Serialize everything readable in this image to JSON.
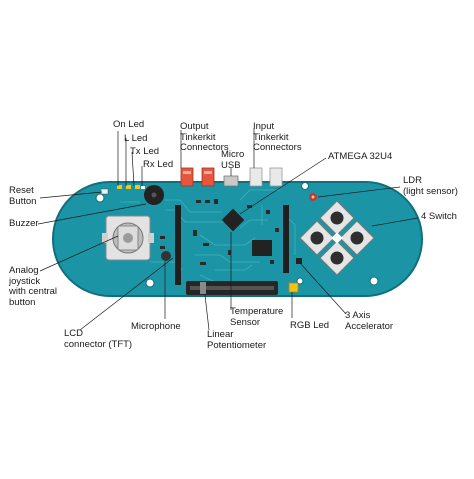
{
  "labels": {
    "on_led": "On Led",
    "l_led": "L Led",
    "tx_led": "Tx Led",
    "rx_led": "Rx Led",
    "output_tinkerkit": [
      "Output",
      "Tinkerkit",
      "Connectors"
    ],
    "micro_usb": [
      "Micro",
      "USB"
    ],
    "input_tinkerkit": [
      "Input",
      "Tinkerkit",
      "Connectors"
    ],
    "atmega": "ATMEGA 32U4",
    "ldr": [
      "LDR",
      "(light sensor)"
    ],
    "reset": [
      "Reset",
      "Button"
    ],
    "switch4": "4 Switch",
    "buzzer": "Buzzer",
    "joystick": [
      "Analog",
      "joystick",
      "with central",
      "button"
    ],
    "lcd": [
      "LCD",
      "connector (TFT)"
    ],
    "microphone": "Microphone",
    "linear_pot": [
      "Linear",
      "Potentiometer"
    ],
    "temp_sensor": [
      "Temperature",
      "Sensor"
    ],
    "rgb_led": "RGB Led",
    "accel": [
      "3 Axis",
      "Accelerator"
    ]
  },
  "colors": {
    "board": "#1b95a5",
    "board_edge": "#0f6f7c",
    "trace": "#4cb7c4",
    "component": "#2b2b2b",
    "connector_red": "#e8553d",
    "connector_white": "#e9e9e9",
    "rgb_led": "#f2c21b",
    "leader": "#1a1a1a"
  }
}
